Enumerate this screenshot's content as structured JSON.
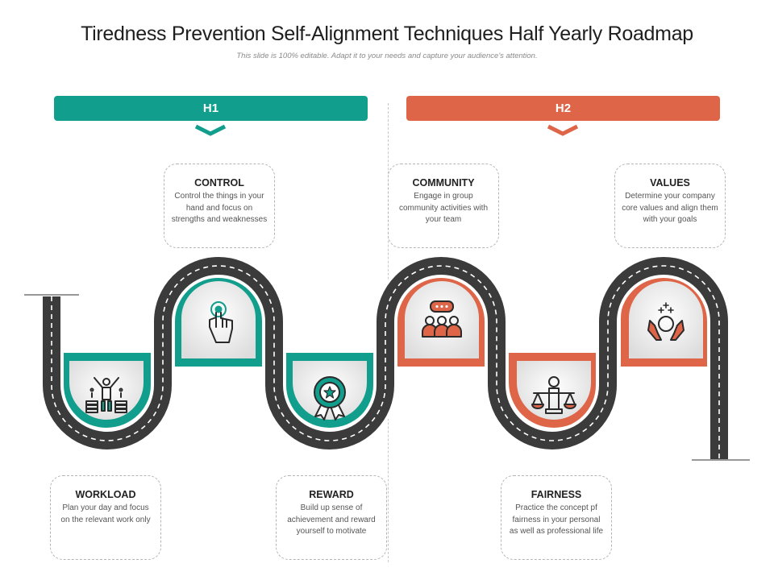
{
  "header": {
    "title": "Tiredness Prevention Self-Alignment Techniques Half Yearly Roadmap",
    "subtitle": "This slide is 100% editable. Adapt it to your needs and capture your audience's attention."
  },
  "phases": [
    {
      "label": "H1",
      "color": "#129e8c"
    },
    {
      "label": "H2",
      "color": "#de6548"
    }
  ],
  "milestones": [
    {
      "title": "WORKLOAD",
      "description": "Plan your day and focus on the relevant work only",
      "icon": "person-stacked-coins-icon",
      "phase": "H1"
    },
    {
      "title": "CONTROL",
      "description": "Control the things in your hand and focus on strengths and weaknesses",
      "icon": "hand-tap-icon",
      "phase": "H1"
    },
    {
      "title": "REWARD",
      "description": "Build up sense of achievement and reward yourself to motivate",
      "icon": "award-badge-icon",
      "phase": "H1"
    },
    {
      "title": "COMMUNITY",
      "description": "Engage in group community activities with your team",
      "icon": "group-chat-icon",
      "phase": "H2"
    },
    {
      "title": "FAIRNESS",
      "description": "Practice the concept pf fairness in your personal as well as professional life",
      "icon": "person-scales-icon",
      "phase": "H2"
    },
    {
      "title": "VALUES",
      "description": "Determine your company core values and align them with your goals",
      "icon": "hands-values-icon",
      "phase": "H2"
    }
  ],
  "colors": {
    "teal": "#129e8c",
    "orange": "#de6548",
    "road": "#3b3b3b",
    "icon_stroke": "#2a2a2a"
  }
}
